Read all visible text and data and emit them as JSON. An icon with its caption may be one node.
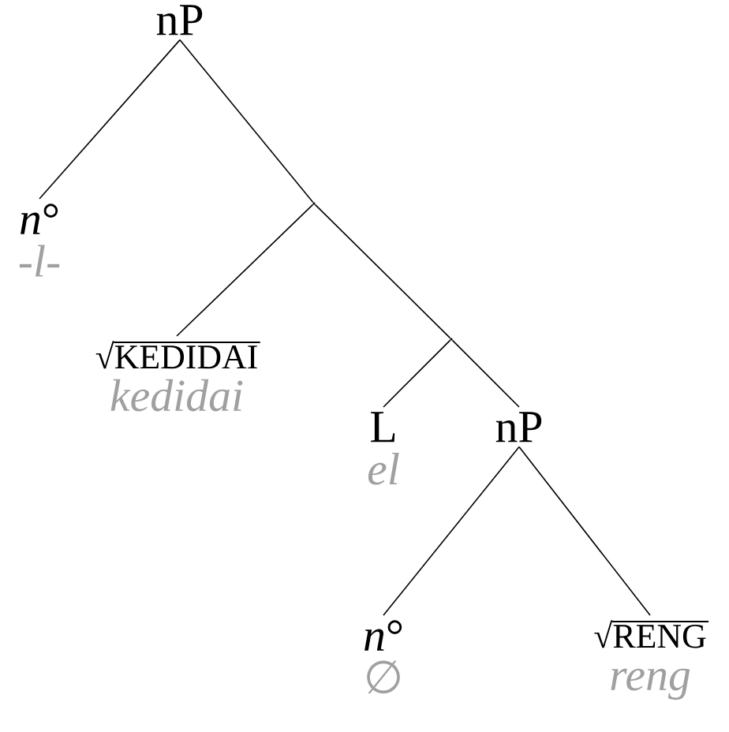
{
  "diagram": {
    "nodes": [
      {
        "text": [
          "nP"
        ]
      },
      {
        "text": [
          "*n*°",
          "-l-"
        ]
      },
      {
        "text": [],
        "shape": "point"
      },
      {
        "text": [
          "√KEDIDAI",
          "kedidai"
        ]
      },
      {
        "text": [],
        "shape": "point"
      },
      {
        "text": [
          "L",
          "el"
        ]
      },
      {
        "text": [
          "nP"
        ]
      },
      {
        "text": [
          "*n*°",
          "∅"
        ]
      },
      {
        "text": [
          "√RENG",
          "reng"
        ]
      }
    ],
    "edges": [
      {
        "from": 0,
        "to": 1,
        "arrow": "none"
      },
      {
        "from": 0,
        "to": 2,
        "arrow": "none"
      },
      {
        "from": 2,
        "to": 3,
        "arrow": "none"
      },
      {
        "from": 2,
        "to": 4,
        "arrow": "none"
      },
      {
        "from": 4,
        "to": 5,
        "arrow": "none"
      },
      {
        "from": 4,
        "to": 6,
        "arrow": "none"
      },
      {
        "from": 6,
        "to": 7,
        "arrow": "none"
      },
      {
        "from": 6,
        "to": 8,
        "arrow": "none"
      }
    ]
  }
}
